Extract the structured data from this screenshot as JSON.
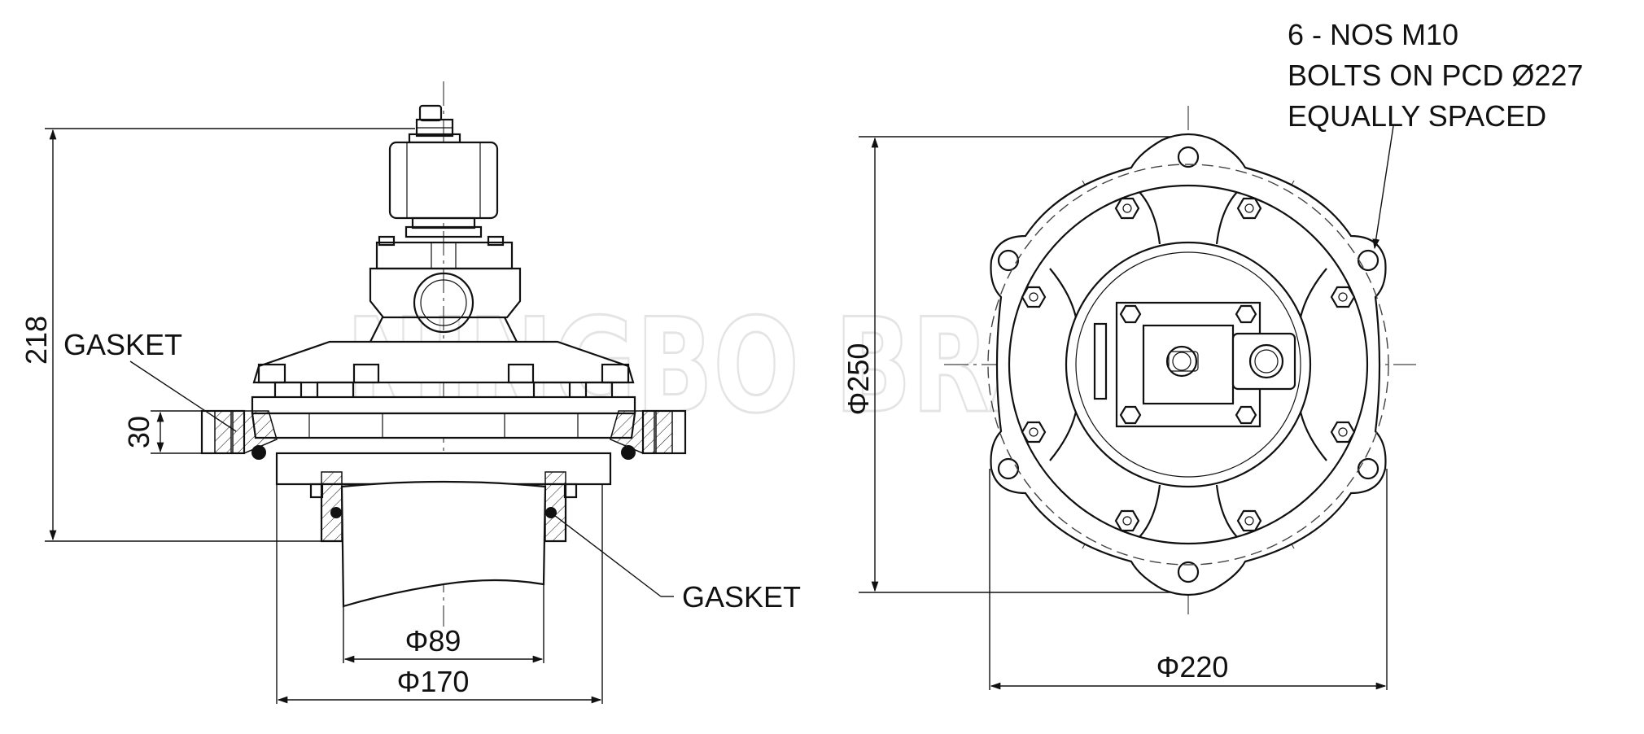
{
  "side_view": {
    "dim_height": "218",
    "dim_flange": "30",
    "dim_outlet": "Φ89",
    "dim_base": "Φ170",
    "label_gasket_top": "GASKET",
    "label_gasket_bottom": "GASKET"
  },
  "top_view": {
    "dim_height": "Φ250",
    "dim_width": "Φ220",
    "bolt_note": [
      "6 - NOS M10",
      "BOLTS ON PCD Ø227",
      "EQUALLY SPACED"
    ]
  },
  "watermark": "NINGBO BRANDO"
}
